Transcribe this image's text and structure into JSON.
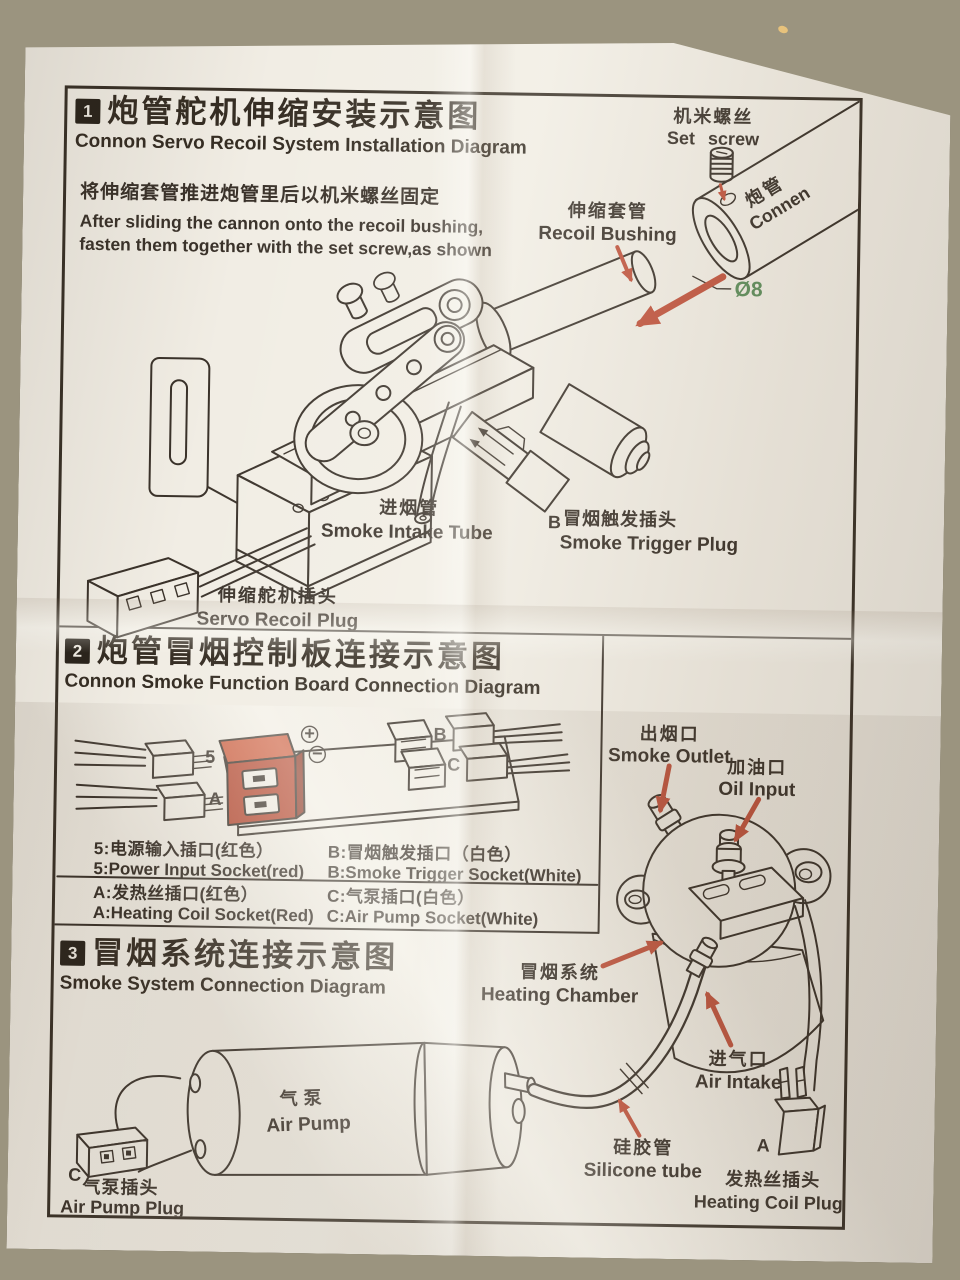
{
  "colors": {
    "ink": "#3a322a",
    "paper": "#f1ede4",
    "accent_red": "#c1543e",
    "accent_green": "#5d8d5b",
    "countertop": "#9b947f"
  },
  "sections": {
    "s1": {
      "num": "1",
      "title_zh": "炮管舵机伸缩安装示意图",
      "title_en": "Connon Servo Recoil System Installation Diagram",
      "note_zh": "将伸缩套管推进炮管里后以机米螺丝固定",
      "note_en1": "After sliding the cannon onto the recoil bushing,",
      "note_en2": "fasten them together with the set screw,as shown",
      "labels": {
        "set_screw_zh": "机米螺丝",
        "set_screw_en": "Set screw",
        "cannon_zh": "炮管",
        "cannon_en": "Connen",
        "diameter": "Ø8",
        "bushing_zh": "伸缩套管",
        "bushing_en": "Recoil Bushing",
        "intake_zh": "进烟管",
        "intake_en": "Smoke Intake Tube",
        "trigger_tag": "B",
        "trigger_zh": "冒烟触发插头",
        "trigger_en": "Smoke Trigger Plug",
        "servo_plug_zh": "伸缩舵机插头",
        "servo_plug_en": "Servo Recoil Plug"
      }
    },
    "s2": {
      "num": "2",
      "title_zh": "炮管冒烟控制板连接示意图",
      "title_en": "Connon Smoke Function Board Connection Diagram",
      "board": {
        "tag5": "5",
        "tagA": "A",
        "tagB": "B",
        "tagC": "C",
        "plus": "+",
        "minus": "−"
      },
      "table": [
        {
          "zh": "5:电源输入插口(红色）",
          "en": "5:Power Input Socket(red)"
        },
        {
          "zh": "B:冒烟触发插口（白色）",
          "en": "B:Smoke Trigger Socket(White)"
        },
        {
          "zh": "A:发热丝插口(红色）",
          "en": "A:Heating Coil Socket(Red)"
        },
        {
          "zh": "C:气泵插口(白色）",
          "en": "C:Air Pump Socket(White)"
        }
      ]
    },
    "s3": {
      "num": "3",
      "title_zh": "冒烟系统连接示意图",
      "title_en": "Smoke System Connection Diagram",
      "labels": {
        "outlet_zh": "出烟口",
        "outlet_en": "Smoke Outlet",
        "oil_zh": "加油口",
        "oil_en": "Oil Input",
        "chamber_zh": "冒烟系统",
        "chamber_en": "Heating Chamber",
        "air_intake_zh": "进气口",
        "air_intake_en": "Air Intake",
        "pump_zh": "气泵",
        "pump_en": "Air Pump",
        "silicone_zh": "硅胶管",
        "silicone_en": "Silicone tube",
        "coil_plug_tag": "A",
        "coil_plug_zh": "发热丝插头",
        "coil_plug_en": "Heating Coil Plug",
        "pump_plug_tag": "C",
        "pump_plug_zh": "气泵插头",
        "pump_plug_en": "Air Pump Plug"
      }
    }
  }
}
